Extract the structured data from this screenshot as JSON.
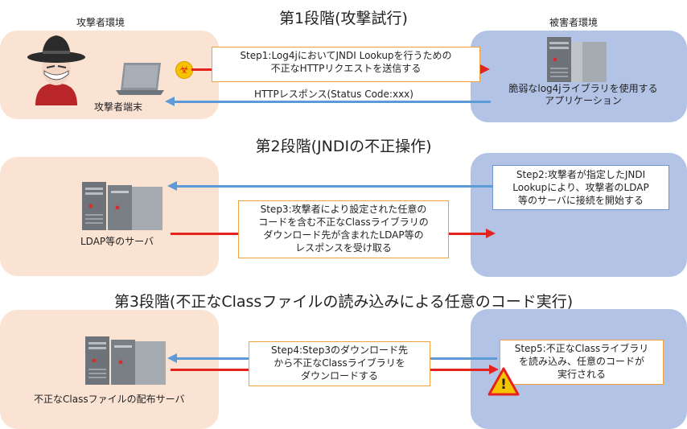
{
  "stage1": {
    "title": "第1段階(攻撃試行)",
    "attacker_env_label": "攻撃者環境",
    "victim_env_label": "被害者環境",
    "attacker_terminal_label": "攻撃者端末",
    "step1_lines": [
      "Step1:Log4jにおいてJNDI Lookupを行うための",
      "不正なHTTPリクエストを送信する"
    ],
    "http_response_label": "HTTPレスポンス(Status Code:xxx)",
    "victim_app_lines": [
      "脆弱なlog4jライブラリを使用する",
      "アプリケーション"
    ],
    "biohazard_glyph": "☣"
  },
  "stage2": {
    "title": "第2段階(JNDIの不正操作)",
    "ldap_server_label": "LDAP等のサーバ",
    "step2_lines": [
      "Step2:攻撃者が指定したJNDI",
      "Lookupにより、攻撃者のLDAP",
      "等のサーバに接続を開始する"
    ],
    "step3_lines": [
      "Step3:攻撃者により設定された任意の",
      "コードを含む不正なClassライブラリの",
      "ダウンロード先が含まれたLDAP等の",
      "レスポンスを受け取る"
    ]
  },
  "stage3": {
    "title": "第3段階(不正なClassファイルの読み込みによる任意のコード実行)",
    "dist_server_label": "不正なClassファイルの配布サーバ",
    "step4_lines": [
      "Step4:Step3のダウンロード先",
      "から不正なClassライブラリを",
      "ダウンロードする"
    ],
    "step5_lines": [
      "Step5:不正なClassライブラリ",
      "を読み込み、任意のコードが",
      "実行される"
    ],
    "warning_glyph": "!"
  },
  "colors": {
    "attacker_panel": "#fbe3d3",
    "victim_panel": "#b3c3e6",
    "request_arrow": "#e4231f",
    "response_arrow": "#5d9bd8",
    "step_box_border": "#f0a13c",
    "warning_fill": "#f5c300"
  }
}
